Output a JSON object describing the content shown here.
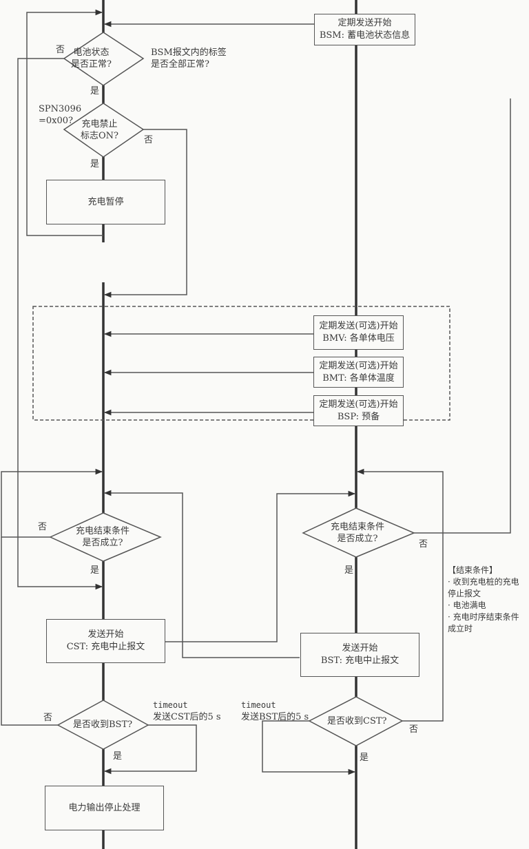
{
  "colors": {
    "line": "#555555",
    "main_line": "#333333",
    "background": "#fafaf8",
    "text": "#3a3a3a"
  },
  "left": {
    "d_battery": {
      "line1": "电池状态",
      "line2": "是否正常?",
      "no": "否",
      "yes": "是",
      "note1": "BSM报文内的标签",
      "note2": "是否全部正常?"
    },
    "d_forbid": {
      "line1": "充电禁止",
      "line2": "标志ON?",
      "no": "否",
      "yes": "是",
      "note1": "SPN3096",
      "note2": "=0x00?"
    },
    "b_pause": {
      "label": "充电暂停"
    },
    "d_end": {
      "line1": "充电结束条件",
      "line2": "是否成立?",
      "no": "否",
      "yes": "是"
    },
    "b_cst": {
      "line1": "发送开始",
      "line2": "CST: 充电中止报文"
    },
    "d_bst": {
      "label": "是否收到BST?",
      "no": "否",
      "yes": "是",
      "timeout1": "timeout",
      "timeout2": "发送CST后的5 s"
    },
    "b_stop": {
      "label": "电力输出停止处理"
    }
  },
  "right": {
    "b_bsm": {
      "line1": "定期发送开始",
      "line2": "BSM: 蓄电池状态信息"
    },
    "b_bmv": {
      "line1": "定期发送(可选)开始",
      "line2": "BMV: 各单体电压"
    },
    "b_bmt": {
      "line1": "定期发送(可选)开始",
      "line2": "BMT: 各单体温度"
    },
    "b_bsp": {
      "line1": "定期发送(可选)开始",
      "line2": "BSP: 预备"
    },
    "d_end": {
      "line1": "充电结束条件",
      "line2": "是否成立?",
      "no": "否",
      "yes": "是"
    },
    "b_bst": {
      "line1": "发送开始",
      "line2": "BST: 充电中止报文"
    },
    "d_cst": {
      "label": "是否收到CST?",
      "no": "否",
      "yes": "是",
      "timeout1": "timeout",
      "timeout2": "发送BST后的5 s"
    }
  },
  "end_conditions": {
    "title": "【结束条件】",
    "items": [
      "· 收到充电桩的充电",
      "停止报文",
      "· 电池满电",
      "· 充电时序结束条件",
      "成立时"
    ]
  }
}
